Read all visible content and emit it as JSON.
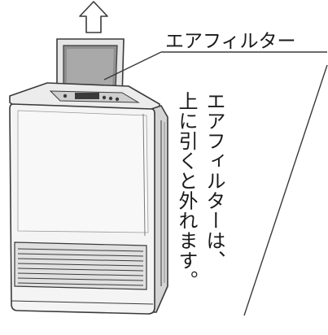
{
  "callout": {
    "label": "エアフィルター"
  },
  "note": {
    "line1": "エアフィルターは、",
    "line2": "上に引くと外れます。"
  },
  "colors": {
    "outline": "#3a3a3a",
    "body": "#f4f4f4",
    "shade": "#d8d8d8",
    "filter": "#9a9a9a"
  }
}
